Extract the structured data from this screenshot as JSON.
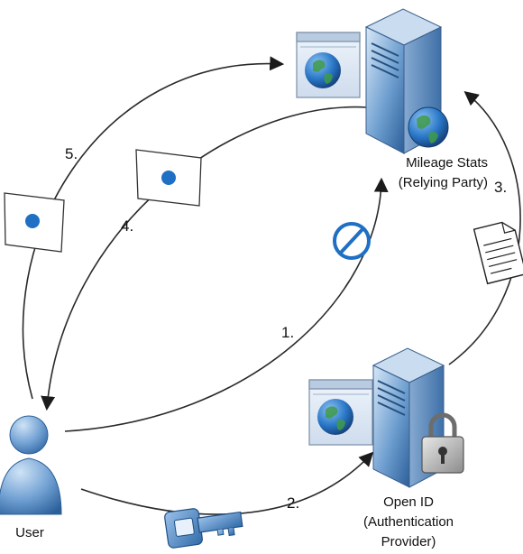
{
  "labels": {
    "relying_party_line1": "Mileage Stats",
    "relying_party_line2": "(Relying Party)",
    "provider_line1": "Open ID",
    "provider_line2": "(Authentication",
    "provider_line3": "Provider)",
    "user": "User"
  },
  "steps": {
    "s1": "1.",
    "s2": "2.",
    "s3": "3.",
    "s4": "4.",
    "s5": "5."
  },
  "icons": [
    "browser-window-icon",
    "server-icon",
    "globe-icon",
    "user-icon",
    "key-icon",
    "padlock-icon",
    "document-icon",
    "token-card-icon",
    "no-entry-icon"
  ],
  "colors": {
    "blue_primary": "#2f78bd",
    "blue_dark": "#1e4f86",
    "blue_light": "#a7c6e8",
    "grey_line": "#333333"
  }
}
